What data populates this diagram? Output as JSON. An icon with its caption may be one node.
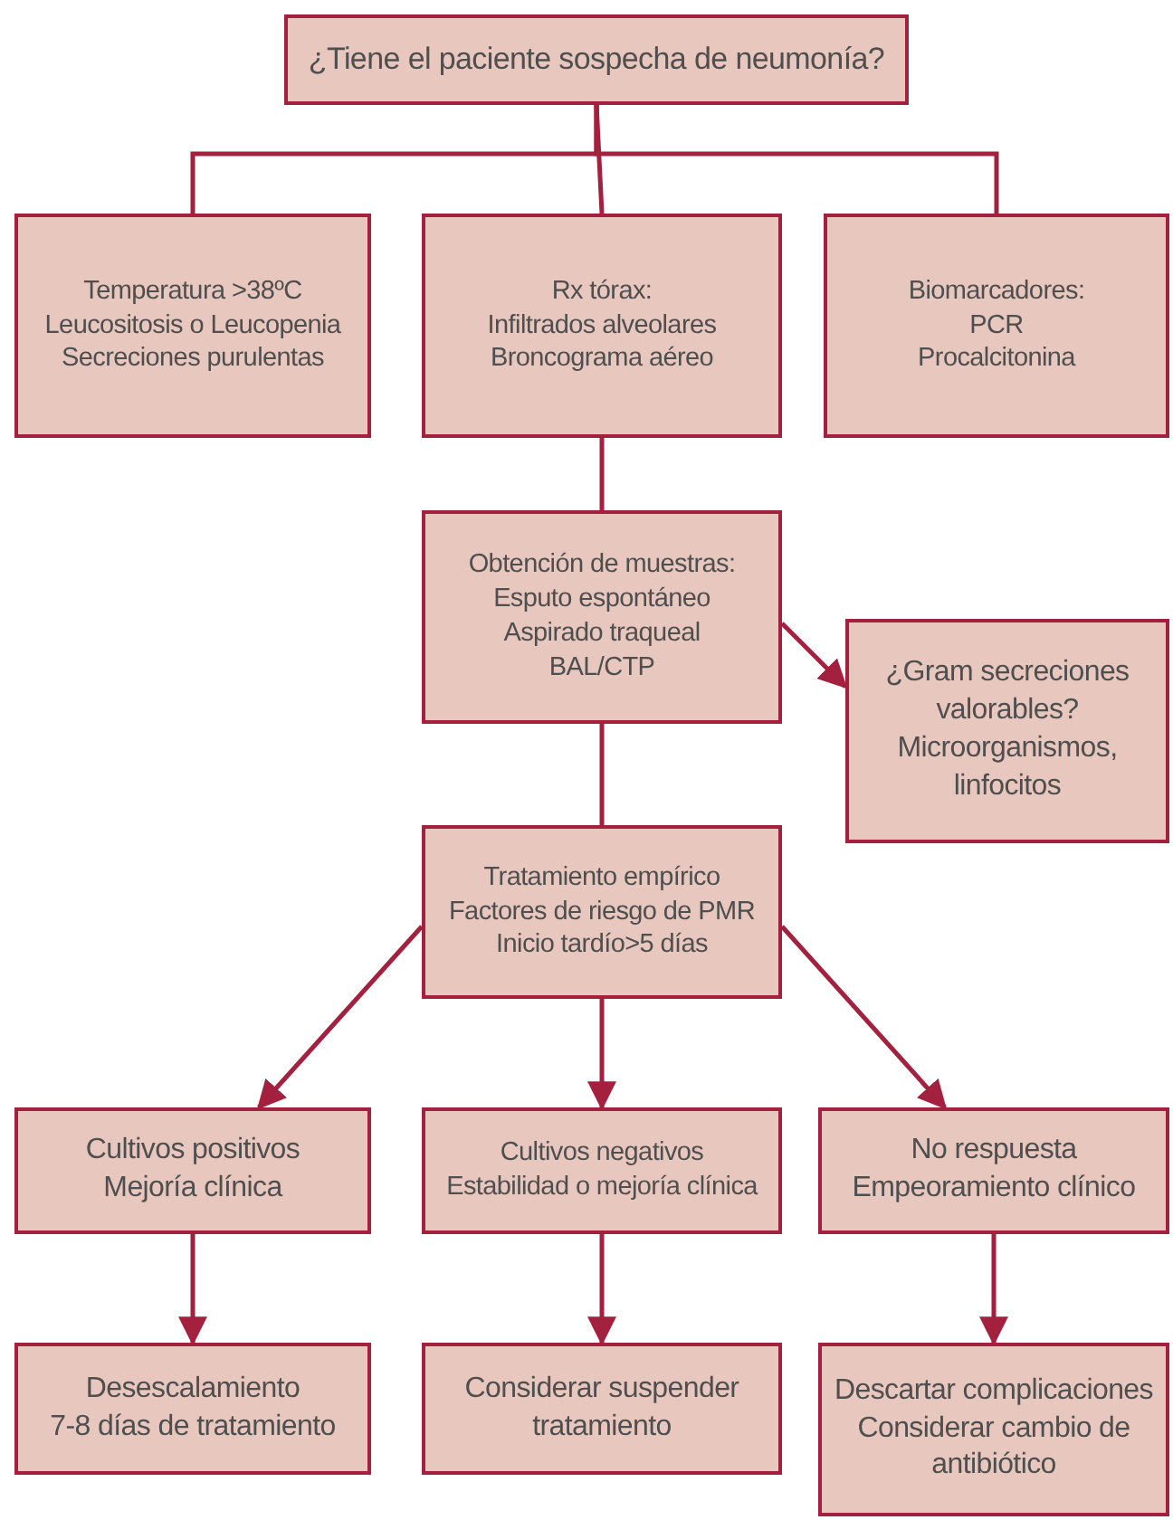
{
  "diagram": {
    "nodes": [
      {
        "text": [
          "¿Tiene el paciente sospecha de neumonía?"
        ]
      },
      {
        "text": [
          "Temperatura >38ºC",
          "Leucositosis o Leucopenia",
          "Secreciones purulentas"
        ]
      },
      {
        "text": [
          "Rx tórax:",
          "Infiltrados alveolares",
          "Broncograma aéreo"
        ]
      },
      {
        "text": [
          "Biomarcadores:",
          "PCR",
          "Procalcitonina"
        ]
      },
      {
        "text": [
          "Obtención de muestras:",
          "Esputo espontáneo",
          "Aspirado traqueal",
          "BAL/CTP"
        ]
      },
      {
        "text": [
          "¿Gram secreciones valorables?",
          "Microorganismos, linfocitos"
        ]
      },
      {
        "text": [
          "Tratamiento empírico",
          "Factores de riesgo de PMR",
          "Inicio tardío>5 días"
        ]
      },
      {
        "text": [
          "Cultivos positivos",
          "Mejoría clínica"
        ]
      },
      {
        "text": [
          "Cultivos negativos",
          "Estabilidad o mejoría clínica"
        ]
      },
      {
        "text": [
          "No respuesta",
          "Empeoramiento clínico"
        ]
      },
      {
        "text": [
          "Desescalamiento",
          "7-8 días de tratamiento"
        ]
      },
      {
        "text": [
          "Considerar suspender tratamiento"
        ]
      },
      {
        "text": [
          "Descartar complicaciones",
          "Considerar cambio de antibiótico"
        ]
      }
    ],
    "edges": [
      {
        "from": 0,
        "to": 1,
        "arrow": "none"
      },
      {
        "from": 0,
        "to": 2,
        "arrow": "none"
      },
      {
        "from": 0,
        "to": 3,
        "arrow": "none"
      },
      {
        "from": 2,
        "to": 4,
        "arrow": "none"
      },
      {
        "from": 4,
        "to": 5,
        "arrow": "to"
      },
      {
        "from": 4,
        "to": 6,
        "arrow": "none"
      },
      {
        "from": 6,
        "to": 7,
        "arrow": "to"
      },
      {
        "from": 6,
        "to": 8,
        "arrow": "to"
      },
      {
        "from": 6,
        "to": 9,
        "arrow": "to"
      },
      {
        "from": 7,
        "to": 10,
        "arrow": "to"
      },
      {
        "from": 8,
        "to": 11,
        "arrow": "to"
      },
      {
        "from": 9,
        "to": 12,
        "arrow": "to"
      }
    ]
  }
}
